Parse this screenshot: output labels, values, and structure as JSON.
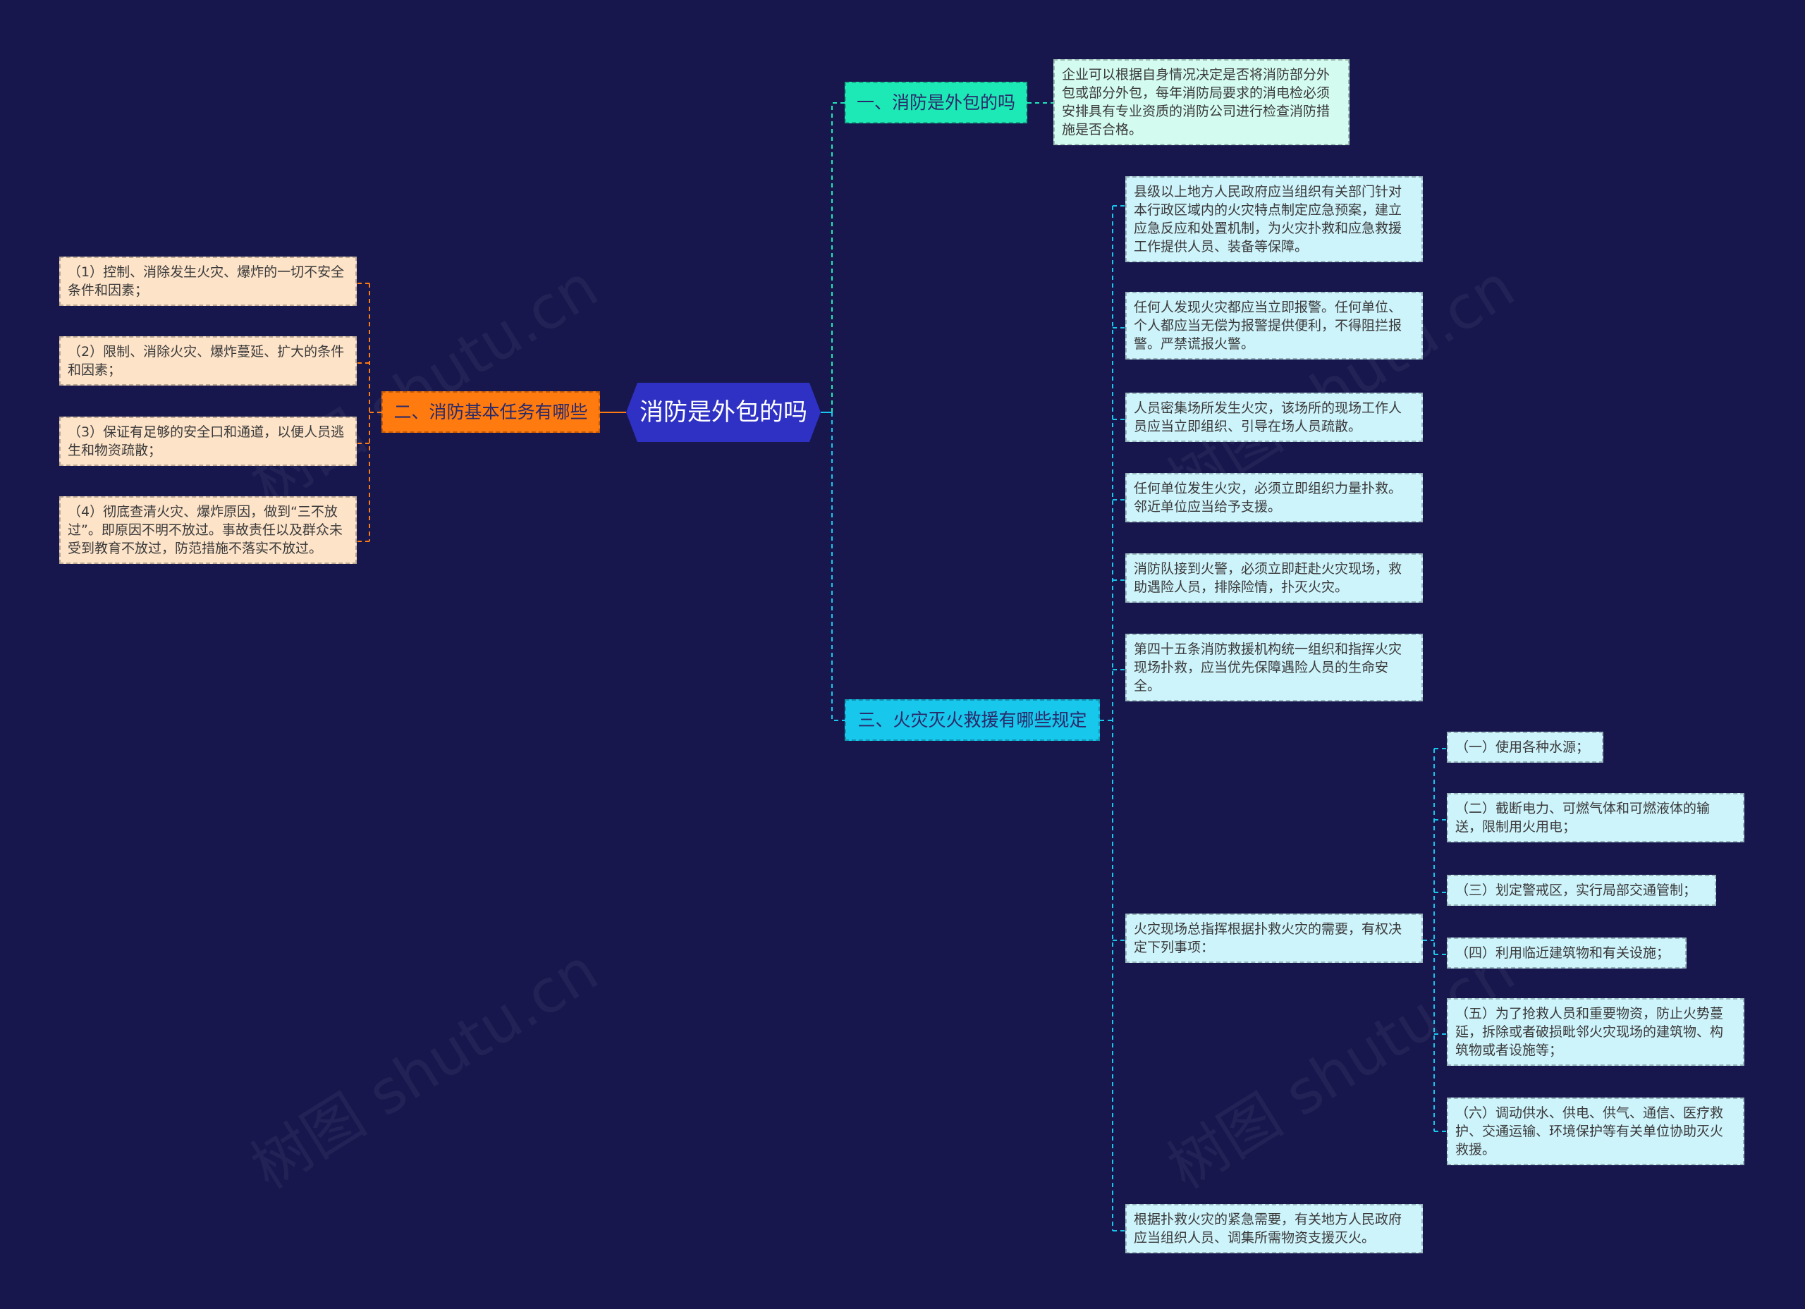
{
  "root": {
    "label": "消防是外包的吗"
  },
  "branch1": {
    "label": "一、消防是外包的吗",
    "leaf": "企业可以根据自身情况决定是否将消防部分外包或部分外包，每年消防局要求的消电检必须安排具有专业资质的消防公司进行检查消防措施是否合格。"
  },
  "branch2": {
    "label": "二、消防基本任务有哪些",
    "items": [
      "（1）控制、消除发生火灾、爆炸的一切不安全条件和因素；",
      "（2）限制、消除火灾、爆炸蔓延、扩大的条件和因素；",
      "（3）保证有足够的安全口和通道，以便人员逃生和物资疏散；",
      "（4）彻底查清火灾、爆炸原因，做到“三不放过”。即原因不明不放过。事故责任以及群众未受到教育不放过，防范措施不落实不放过。"
    ]
  },
  "branch3": {
    "label": "三、火灾灭火救援有哪些规定",
    "items": [
      "县级以上地方人民政府应当组织有关部门针对本行政区域内的火灾特点制定应急预案，建立应急反应和处置机制，为火灾扑救和应急救援工作提供人员、装备等保障。",
      "任何人发现火灾都应当立即报警。任何单位、个人都应当无偿为报警提供便利，不得阻拦报警。严禁谎报火警。",
      "人员密集场所发生火灾，该场所的现场工作人员应当立即组织、引导在场人员疏散。",
      "任何单位发生火灾，必须立即组织力量扑救。邻近单位应当给予支援。",
      "消防队接到火警，必须立即赶赴火灾现场，救助遇险人员，排除险情，扑灭火灾。",
      "第四十五条消防救援机构统一组织和指挥火灾现场扑救，应当优先保障遇险人员的生命安全。",
      "火灾现场总指挥根据扑救火灾的需要，有权决定下列事项：",
      "根据扑救火灾的紧急需要，有关地方人民政府应当组织人员、调集所需物资支援灭火。"
    ],
    "subitems": [
      "（一）使用各种水源；",
      "（二）截断电力、可燃气体和可燃液体的输送，限制用火用电；",
      "（三）划定警戒区，实行局部交通管制；",
      "（四）利用临近建筑物和有关设施；",
      "（五）为了抢救人员和重要物资，防止火势蔓延，拆除或者破损毗邻火灾现场的建筑物、构筑物或者设施等；",
      "（六）调动供水、供电、供气、通信、医疗救护、交通运输、环境保护等有关单位协助灭火救援。"
    ]
  },
  "watermark": "树图 shutu.cn",
  "colors": {
    "background": "#17174d",
    "root": "#2e31c4",
    "branch1": "#1de9b6",
    "branch2": "#ff7a0f",
    "branch3": "#17c7ec",
    "leaf_peach": "#fde3c8",
    "leaf_mint": "#d3fbef",
    "leaf_cyan": "#cdf3fb"
  }
}
